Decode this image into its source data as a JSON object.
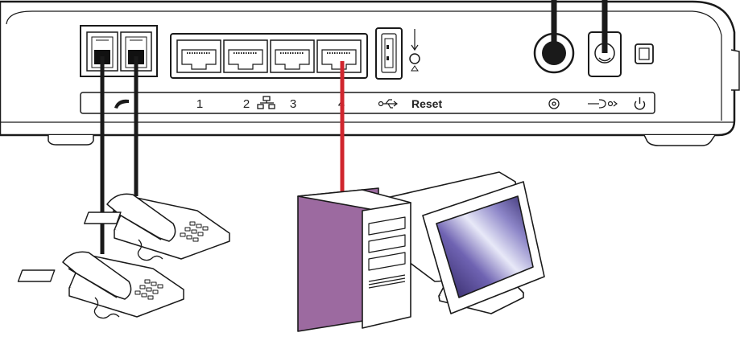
{
  "router": {
    "port_labels": {
      "lan1": "1",
      "lan2": "2",
      "lan3": "3",
      "lan4": "4",
      "reset": "Reset"
    },
    "icons": {
      "phone": "phone-handset-icon",
      "network": "network-icon",
      "usb": "usb-icon",
      "coax": "coax-icon",
      "power_connector": "power-connector-icon",
      "power": "power-icon"
    }
  },
  "colors": {
    "outline": "#1a1a1a",
    "ethernet_cable": "#d0262e",
    "phone_cable": "#1a1a1a",
    "pc_tower": "#9c6aa0",
    "screen_gradient_start": "#3a2c6e",
    "screen_gradient_end": "#cfd2f0"
  }
}
